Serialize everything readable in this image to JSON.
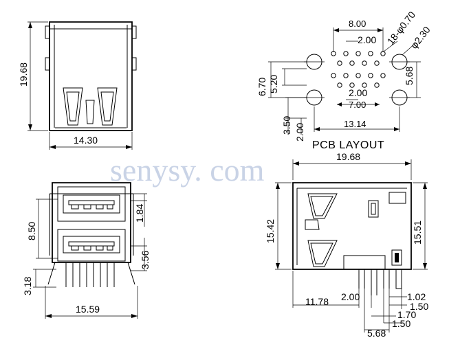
{
  "watermark": "senysy. com",
  "pcb_layout": {
    "title": "PCB LAYOUT",
    "dims": {
      "d800": "8.00",
      "d200top": "2.00",
      "pin_holes": "18-φ0.70",
      "mount_holes": "φ2.30",
      "d670": "6.70",
      "d520": "5.20",
      "d568": "5.68",
      "d200mid": "2.00",
      "d700": "7.00",
      "d350": "3.50",
      "d200bot": "2.00",
      "d1314": "13.14"
    }
  },
  "top_view": {
    "dims": {
      "height": "19.68",
      "width": "14.30"
    }
  },
  "front_view": {
    "dims": {
      "d850": "8.50",
      "d184": "1.84",
      "d356": "3.56",
      "d318": "3.18",
      "d1559": "15.59"
    }
  },
  "side_view": {
    "dims": {
      "d1968": "19.68",
      "d1542": "15.42",
      "d1551": "15.51",
      "d1178": "11.78",
      "d200": "2.00",
      "d102": "1.02",
      "d150a": "1.50",
      "d170": "1.70",
      "d150b": "1.50",
      "d568": "5.68"
    }
  }
}
